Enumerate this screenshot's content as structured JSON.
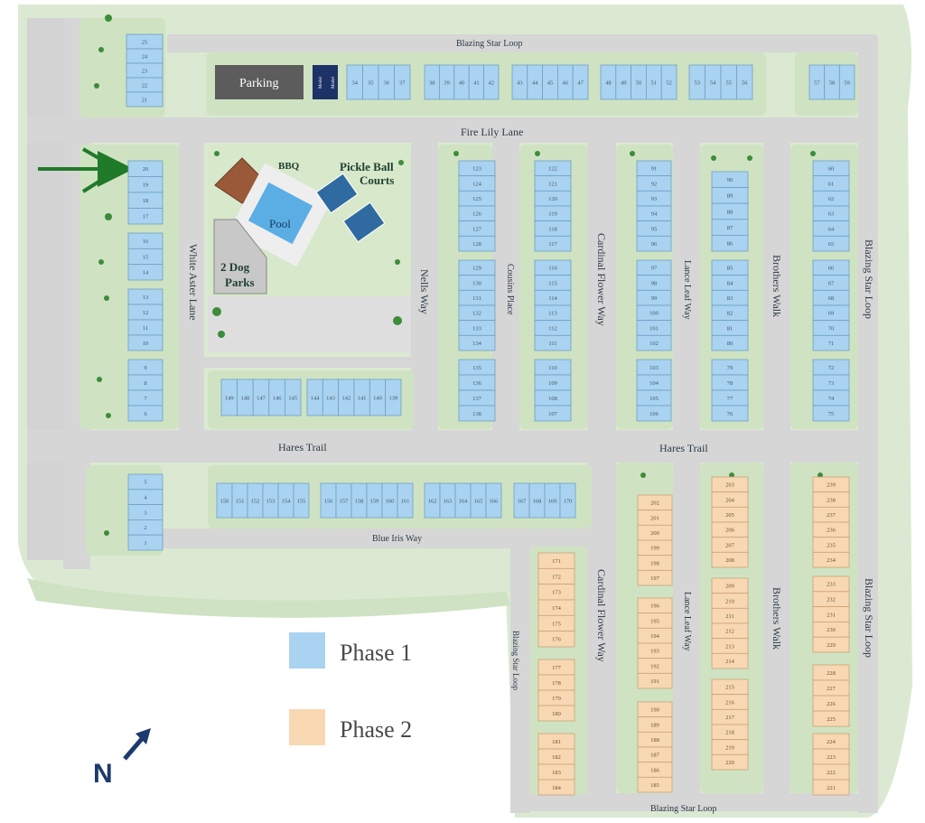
{
  "streets": {
    "blazing_star_loop": "Blazing Star Loop",
    "fire_lily_lane": "Fire Lily Lane",
    "hares_trail": "Hares Trail",
    "blue_iris_way": "Blue Iris Way",
    "white_aster_lane": "White Aster Lane",
    "nells_way": "Nells Way",
    "cousins_place": "Cousins Place",
    "cardinal_flower_way": "Cardinal Flower Way",
    "lance_leaf_way": "Lance Leaf Way",
    "brothers_walk": "Brothers Walk"
  },
  "amenities": {
    "parking": "Parking",
    "model": "Model",
    "bbq": "BBQ",
    "pickle_ball_line1": "Pickle Ball",
    "pickle_ball_line2": "Courts",
    "pool": "Pool",
    "dog_parks_line1": "2 Dog",
    "dog_parks_line2": "Parks"
  },
  "legend": {
    "phase1": {
      "label": "Phase 1",
      "color": "#a9d3f0"
    },
    "phase2": {
      "label": "Phase 2",
      "color": "#f8d8b2"
    }
  },
  "compass": {
    "letter": "N"
  },
  "lot_groups": {
    "g_top_left": [
      "25",
      "24",
      "23",
      "22",
      "21"
    ],
    "g_top_a": [
      "34",
      "35",
      "36",
      "37"
    ],
    "g_top_b": [
      "38",
      "39",
      "40",
      "41",
      "42"
    ],
    "g_top_c": [
      "43",
      "44",
      "45",
      "46",
      "47"
    ],
    "g_top_d": [
      "48",
      "49",
      "50",
      "51",
      "52"
    ],
    "g_top_e": [
      "53",
      "54",
      "55",
      "56"
    ],
    "g_top_f": [
      "57",
      "58",
      "59"
    ],
    "g_left_a": [
      "20",
      "19",
      "18",
      "17"
    ],
    "g_left_b": [
      "16",
      "15",
      "14"
    ],
    "g_left_c": [
      "13",
      "12",
      "11",
      "10"
    ],
    "g_left_d": [
      "9",
      "8",
      "7",
      "6"
    ],
    "g_left_e": [
      "5",
      "4",
      "3",
      "2",
      "1"
    ],
    "g_h1": [
      "149",
      "148",
      "147",
      "146",
      "145"
    ],
    "g_h2": [
      "144",
      "143",
      "142",
      "141",
      "140",
      "139"
    ],
    "g_nells_a": [
      "123",
      "124",
      "125",
      "126",
      "127",
      "128"
    ],
    "g_nells_b": [
      "129",
      "130",
      "131",
      "132",
      "133",
      "134"
    ],
    "g_nells_c": [
      "135",
      "136",
      "137",
      "138"
    ],
    "g_cous_a": [
      "122",
      "121",
      "120",
      "119",
      "118",
      "117"
    ],
    "g_cous_b": [
      "116",
      "115",
      "114",
      "113",
      "112",
      "111"
    ],
    "g_cous_c": [
      "110",
      "109",
      "108",
      "107"
    ],
    "g_card_a": [
      "91",
      "92",
      "93",
      "94",
      "95",
      "96"
    ],
    "g_card_b": [
      "97",
      "98",
      "99",
      "100",
      "101",
      "102"
    ],
    "g_card_c": [
      "103",
      "104",
      "105",
      "106"
    ],
    "g_lance_a": [
      "90",
      "89",
      "88",
      "87",
      "86"
    ],
    "g_lance_b": [
      "85",
      "84",
      "83",
      "82",
      "81",
      "80"
    ],
    "g_lance_c": [
      "79",
      "78",
      "77",
      "76"
    ],
    "g_broth_a": [
      "60",
      "61",
      "62",
      "63",
      "64",
      "65"
    ],
    "g_broth_b": [
      "66",
      "67",
      "68",
      "69",
      "70",
      "71"
    ],
    "g_broth_c": [
      "72",
      "73",
      "74",
      "75"
    ],
    "g_blue_a": [
      "150",
      "151",
      "152",
      "153",
      "154",
      "155"
    ],
    "g_blue_b": [
      "156",
      "157",
      "158",
      "159",
      "160",
      "161"
    ],
    "g_blue_c": [
      "162",
      "163",
      "164",
      "165",
      "166"
    ],
    "g_blue_d": [
      "167",
      "168",
      "169",
      "170"
    ],
    "p2_c1_a": [
      "171",
      "172",
      "173",
      "174",
      "175",
      "176"
    ],
    "p2_c1_b": [
      "177",
      "178",
      "179",
      "180"
    ],
    "p2_c1_c": [
      "181",
      "182",
      "183",
      "184"
    ],
    "p2_c2_a": [
      "202",
      "201",
      "200",
      "199",
      "198",
      "197"
    ],
    "p2_c2_b": [
      "196",
      "195",
      "194",
      "193",
      "192",
      "191"
    ],
    "p2_c2_c": [
      "190",
      "189",
      "188",
      "187",
      "186",
      "185"
    ],
    "p2_c3_a": [
      "203",
      "204",
      "205",
      "206",
      "207",
      "208"
    ],
    "p2_c3_b": [
      "209",
      "210",
      "211",
      "212",
      "213",
      "214"
    ],
    "p2_c3_c": [
      "215",
      "216",
      "217",
      "218",
      "219",
      "220"
    ],
    "p2_c4_a": [
      "239",
      "238",
      "237",
      "236",
      "235",
      "234"
    ],
    "p2_c4_b": [
      "233",
      "232",
      "231",
      "230",
      "229"
    ],
    "p2_c4_c": [
      "228",
      "227",
      "226",
      "225"
    ],
    "p2_c4_d": [
      "224",
      "223",
      "222",
      "221"
    ]
  }
}
